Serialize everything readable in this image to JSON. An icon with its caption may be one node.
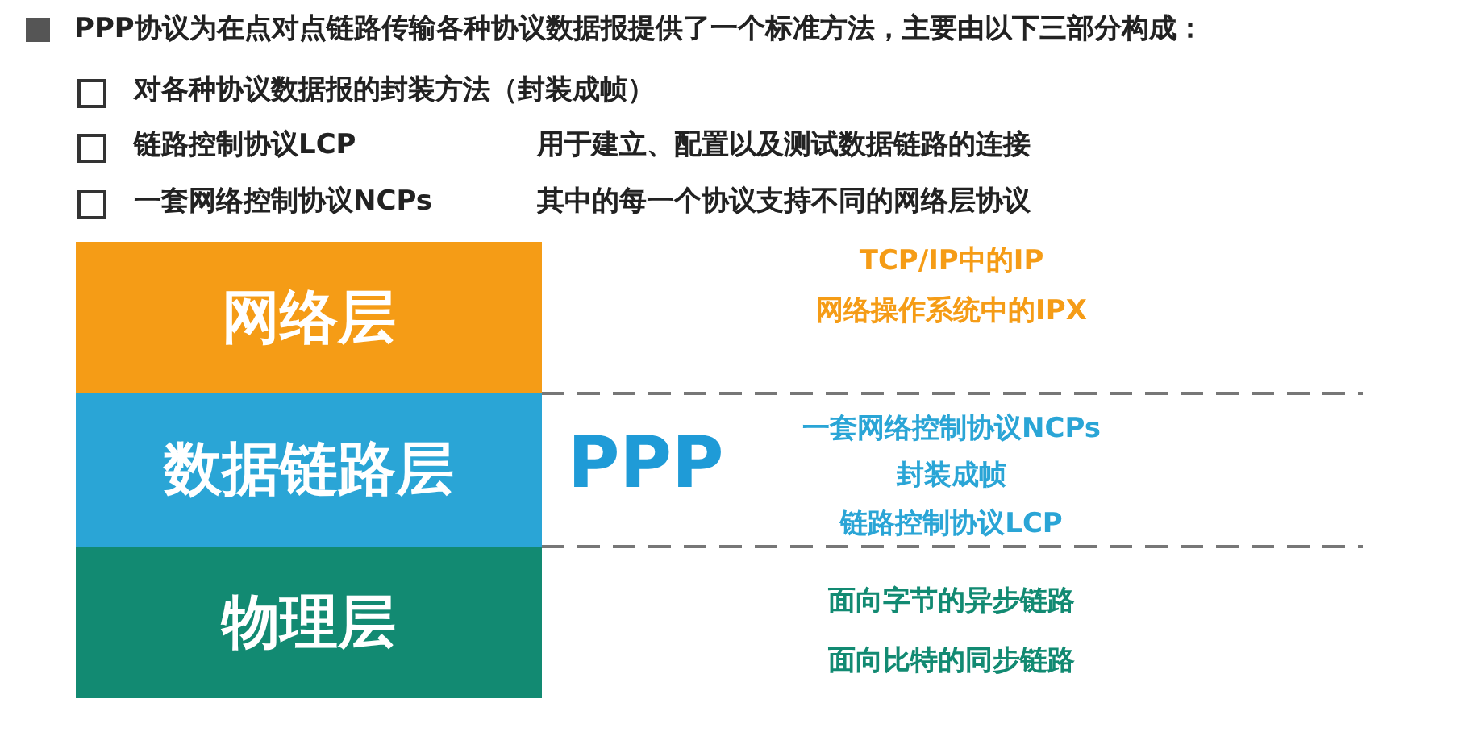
{
  "diagram": {
    "title": "PPP协议为在点对点链路传输各种协议数据报提供了一个标准方法，主要由以下三部分构成：",
    "nodes": [
      {
        "text": [
          "网络层"
        ],
        "beside": [
          "TCP/IP中的IP",
          "网络操作系统中的IPX"
        ]
      },
      {
        "text": [
          "数据链路层"
        ],
        "beside": [
          "一套网络控制协议NCPs",
          "封装成帧",
          "链路控制协议LCP"
        ]
      },
      {
        "text": [
          "物理层"
        ],
        "beside": [
          "面向字节的异步链路",
          "面向比特的同步链路"
        ]
      }
    ],
    "labels": [
      "对各种协议数据报的封装方法（封装成帧）",
      "链路控制协议LCP",
      "用于建立、配置以及测试数据链路的连接",
      "一套网络控制协议NCPs",
      "其中的每一个协议支持不同的网络层协议",
      "PPP"
    ]
  }
}
